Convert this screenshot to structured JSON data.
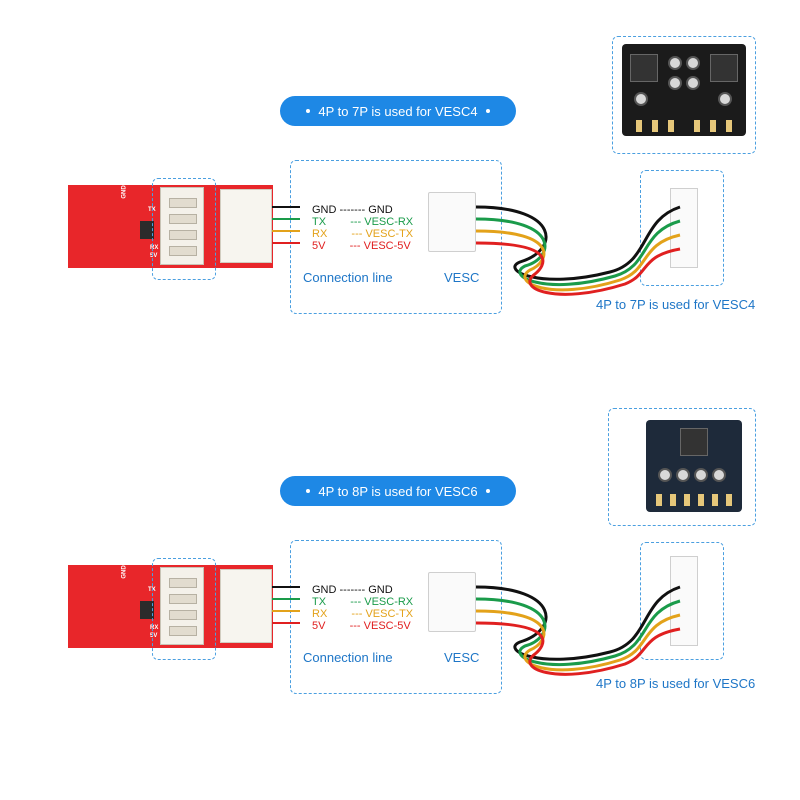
{
  "sections": [
    {
      "pill_text": "4P to 7P is used for VESC4",
      "caption_left": "Connection line",
      "caption_right": "VESC",
      "caption_bottom": "4P to 7P is used for VESC4",
      "board_pins": [
        "GND",
        "TX",
        "RX",
        "5V"
      ],
      "rows": [
        {
          "left": "GND",
          "mid": "-------",
          "right": "GND",
          "color": "#111111"
        },
        {
          "left": "TX",
          "mid": "---",
          "right": "VESC-RX",
          "color": "#1a9b4a"
        },
        {
          "left": "RX",
          "mid": "---",
          "right": "VESC-TX",
          "color": "#e3a21a"
        },
        {
          "left": "5V",
          "mid": "---",
          "right": "VESC-5V",
          "color": "#e02020"
        }
      ]
    },
    {
      "pill_text": "4P to 8P is used for VESC6",
      "caption_left": "Connection line",
      "caption_right": "VESC",
      "caption_bottom": "4P to 8P is used for VESC6",
      "board_pins": [
        "GND",
        "TX",
        "RX",
        "5V"
      ],
      "rows": [
        {
          "left": "GND",
          "mid": "-------",
          "right": "GND",
          "color": "#111111"
        },
        {
          "left": "TX",
          "mid": "---",
          "right": "VESC-RX",
          "color": "#1a9b4a"
        },
        {
          "left": "RX",
          "mid": "---",
          "right": "VESC-TX",
          "color": "#e3a21a"
        },
        {
          "left": "5V",
          "mid": "---",
          "right": "VESC-5V",
          "color": "#e02020"
        }
      ]
    }
  ],
  "colors": {
    "accent": "#1e88e5",
    "board_red": "#e8262a",
    "gnd": "#111111",
    "tx": "#1a9b4a",
    "rx": "#e3a21a",
    "v5": "#e02020"
  }
}
